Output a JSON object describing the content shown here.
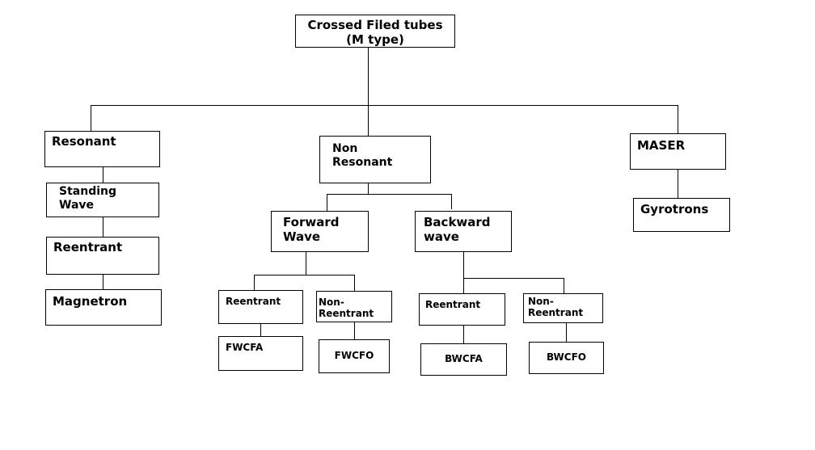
{
  "diagram": {
    "title": "Crossed Filed tubes (M type) classification flowchart",
    "line_color": "#000000",
    "box_border_color": "#000000",
    "background_color": "#ffffff",
    "text_color": "#000000"
  },
  "nodes": {
    "root": "Crossed Filed tubes\n(M type)",
    "resonant": "Resonant",
    "standing_wave": "Standing\nWave",
    "reentrant_left": "Reentrant",
    "magnetron": "Magnetron",
    "non_resonant": "Non\nResonant",
    "forward_wave": "Forward\nWave",
    "backward_wave": "Backward\nwave",
    "fw_reentrant": "Reentrant",
    "fw_non_reentrant": "Non-Reentrant",
    "fwcfa": "FWCFA",
    "fwcfo": "FWCFO",
    "bw_reentrant": "Reentrant",
    "bw_non_reentrant": "Non-\nReentrant",
    "bwcfa": "BWCFA",
    "bwcfo": "BWCFO",
    "maser": "MASER",
    "gyrotrons": "Gyrotrons"
  }
}
